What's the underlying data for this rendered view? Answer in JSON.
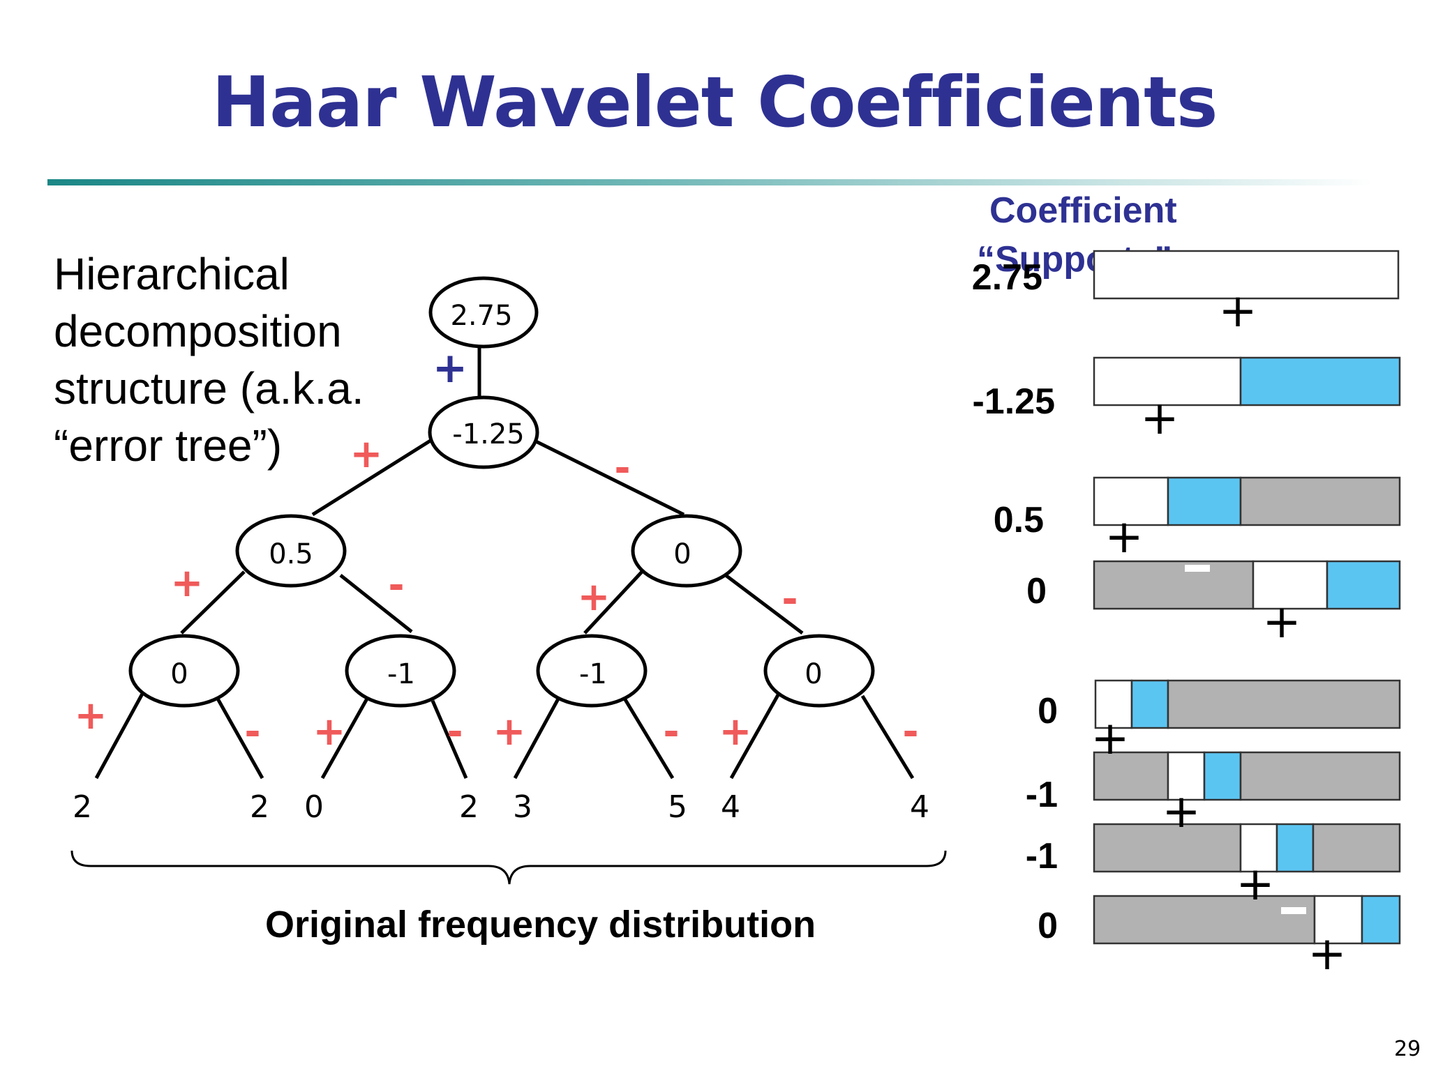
{
  "title": "Haar Wavelet Coefficients",
  "description": "Hierarchical decomposition structure (a.k.a. “error tree”)",
  "support_heading": {
    "line1": "Coefficient",
    "line2": "“Supports”"
  },
  "tree": {
    "root": "2.75",
    "root_sign": "+",
    "level0": "-1.25",
    "level1": [
      "0.5",
      "0"
    ],
    "level2": [
      "0",
      "-1",
      "-1",
      "0"
    ],
    "leaves": [
      "2",
      "2",
      "0",
      "2",
      "3",
      "5",
      "4",
      "4"
    ],
    "plus": "+",
    "minus": "-"
  },
  "supports": {
    "labels": [
      "2.75",
      "-1.25",
      "0.5",
      "0",
      "0",
      "-1",
      "-1",
      "0"
    ],
    "plus": "+",
    "minus": "-",
    "colors": {
      "positive": "#ffffff",
      "negative": "#5bc5f2",
      "inactive": "#b2b2b2"
    }
  },
  "distribution_label": "Original frequency distribution",
  "page_number": "29",
  "colors": {
    "title": "#2e3192",
    "sign_red": "#f05a5a",
    "sign_blue": "#2e3192"
  }
}
